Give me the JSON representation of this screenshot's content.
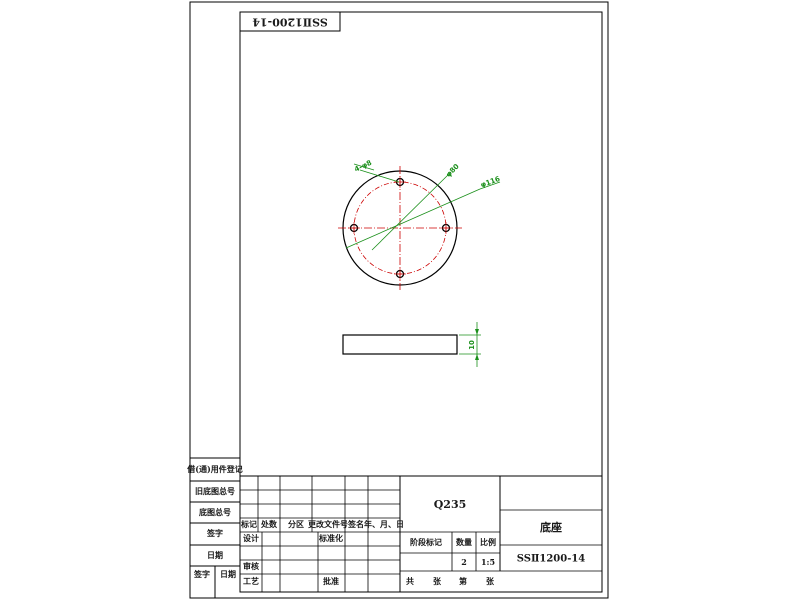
{
  "drawing": {
    "code_label": "SSⅡ1200-14",
    "dims": {
      "holes": "4-φ8",
      "pcd": "φ80",
      "outer": "φ116",
      "thickness": "10"
    }
  },
  "sidebar": {
    "cells": [
      "借(通)用件登记",
      "旧底图总号",
      "底图总号",
      "签字",
      "日期"
    ],
    "small_row": [
      "签字",
      "日期"
    ]
  },
  "title_block": {
    "material": "Q235",
    "part_name": "底座",
    "part_code": "SSⅡ1200-14",
    "rev_labels": [
      "标记",
      "处数",
      "分区",
      "更改文件号",
      "签名",
      "年、月、日"
    ],
    "role_labels": [
      "设计",
      "标准化",
      "审核",
      "工艺",
      "批准"
    ],
    "stage_label": "阶段标记",
    "qty_label": "数量",
    "scale_label": "比例",
    "qty_value": "2",
    "scale_value": "1:5",
    "sheets": [
      "共",
      "张",
      "第",
      "张"
    ]
  },
  "colors": {
    "line": "#000000",
    "center": "#cc0000",
    "dimension": "#1a8f1a"
  }
}
